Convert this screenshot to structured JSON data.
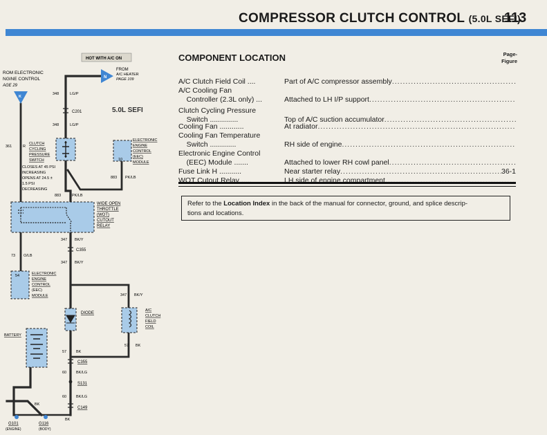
{
  "header": {
    "title": "COMPRESSOR CLUTCH CONTROL",
    "subtitle": "(5.0L SEFI)",
    "page_number": "113"
  },
  "colors": {
    "accent": "#3f86d3",
    "component_fill": "#a9cbe8",
    "wire": "#2a2a2a"
  },
  "component_location": {
    "title": "COMPONENT LOCATION",
    "page_figure_heading": [
      "Page-",
      "Figure"
    ],
    "rows": [
      {
        "name": [
          "A/C Clutch Field Coil ...."
        ],
        "location": "Part of A/C compressor assembly",
        "page_figure": ""
      },
      {
        "name": [
          "A/C Cooling Fan",
          "    Controller (2.3L only) ..."
        ],
        "location": "Attached to LH I/P support",
        "page_figure": ""
      },
      {
        "name": [
          "Clutch Cycling Pressure",
          "    Switch .............."
        ],
        "location": "Top of A/C suction accumulator",
        "page_figure": ""
      },
      {
        "name": [
          "Cooling Fan ............"
        ],
        "location": "At radiator",
        "page_figure": ""
      },
      {
        "name": [
          "Cooling Fan Temperature",
          "    Switch ............."
        ],
        "location": "RH side of engine",
        "page_figure": ""
      },
      {
        "name": [
          "Electronic Engine Control",
          "    (EEC) Module ......."
        ],
        "location": "Attached to lower RH cowl panel",
        "page_figure": ""
      },
      {
        "name": [
          "Fuse Link H ..........."
        ],
        "location": "Near starter relay",
        "page_figure": "36-1"
      },
      {
        "name": [
          "WOT Cutout Relay ....."
        ],
        "location": "LH side of engine compartment",
        "page_figure": ""
      }
    ],
    "reference_note": {
      "before": "Refer to the ",
      "bold": "Location Index",
      "after": " in the back of the manual for connector, ground, and splice descrip-",
      "line2": "tions and locations."
    }
  },
  "diagram": {
    "hot_label": "HOT WITH A/C ON",
    "from_heater": [
      "FROM",
      "A/C HEATER",
      "PAGE 109"
    ],
    "from_eec": [
      "ROM ELECTRONIC",
      "NGINE CONTROL",
      "AGE 29"
    ],
    "connector_n": "N",
    "connector_k": "K",
    "engine_badge": "5.0L SEFI",
    "wires": {
      "w348_top": "348",
      "w348_top_color": "LG/P",
      "c201": "C201",
      "w348_mid": "348",
      "w348_mid_color": "LG/P",
      "w361": "361",
      "w361_color": "R",
      "w883_right": "883",
      "w883_right_color": "PK/LB",
      "w883_left": "883",
      "w883_left_color": "PK/LB",
      "w347_a": "347",
      "w347_a_color": "BK/Y",
      "c355_top": "C355",
      "w347_b": "347",
      "w347_b_color": "BK/Y",
      "w73": "73",
      "w73_color": "O/LB",
      "w347_c": "347",
      "w347_c_color": "BK/Y",
      "w57_right": "57",
      "w57_right_color": "BK",
      "w57_left": "57",
      "w57_left_color": "BK",
      "c355_bottom": "C355",
      "w60_a": "60",
      "w60_a_color": "BK/LG",
      "s131": "S131",
      "w60_b": "60",
      "w60_b_color": "BK/LG",
      "c149": "C149",
      "bk_left": "BK",
      "bk_bottom": "BK"
    },
    "clutch_switch": [
      "CLUTCH",
      "CYCLING",
      "PRESSURE",
      "SWITCH"
    ],
    "switch_spec": [
      "CLOSES AT 45 PSI",
      "INCREASING",
      "OPENS AT 24.5 ±",
      "1.5 PSI",
      "DECREASING"
    ],
    "eec_top": [
      "ELECTRONIC",
      "ENGINE",
      "CONTROL",
      "(EEC)",
      "MODULE"
    ],
    "eec_top_pin": "10",
    "wot_relay": [
      "WIDE OPEN",
      "THROTTLE",
      "(WOT)",
      "CUTOUT",
      "RELAY"
    ],
    "eec_bottom": [
      "ELECTRONIC",
      "ENGINE",
      "CONTROL",
      "(EEC)",
      "MODULE"
    ],
    "eec_bottom_pin": "54",
    "diode": "DIODE",
    "clutch_coil": [
      "A/C",
      "CLUTCH",
      "FIELD",
      "COIL"
    ],
    "battery": "BATTERY",
    "g101": "G101",
    "g101_sub": "(ENGINE)",
    "g116": "G116",
    "g116_sub": "(BODY)"
  }
}
